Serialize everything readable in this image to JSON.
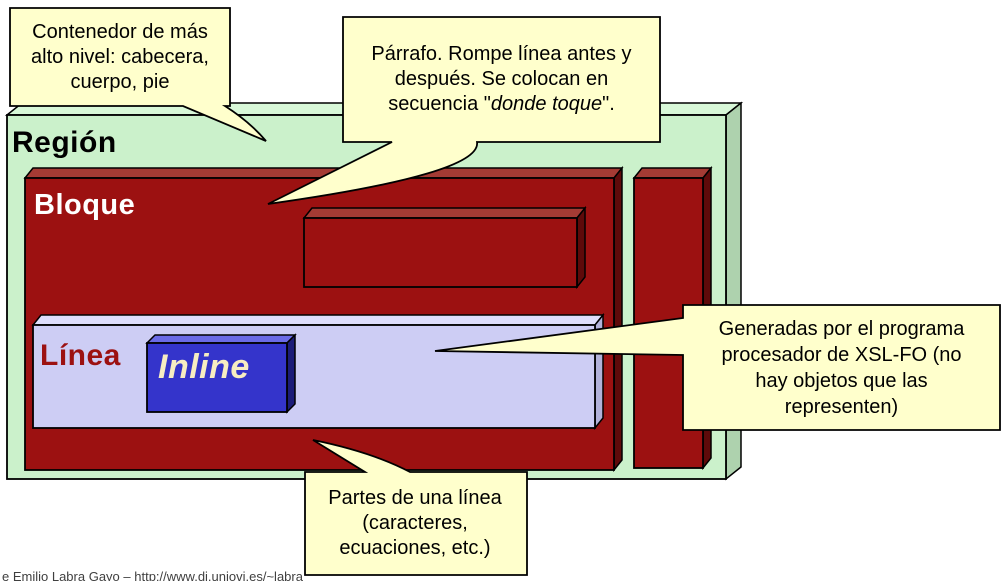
{
  "slide": {
    "footer_credit": "e Emilio Labra Gayo – http://www.di.uniovi.es/~labra"
  },
  "diagram": {
    "region": {
      "label": "Región"
    },
    "bloque": {
      "label": "Bloque"
    },
    "linea": {
      "label": "Línea"
    },
    "inline": {
      "label": "Inline"
    }
  },
  "callouts": {
    "contenedor": {
      "lines": [
        "Contenedor de más",
        "alto nivel: cabecera,",
        "cuerpo, pie"
      ]
    },
    "parrafo": {
      "line1": "Párrafo. Rompe línea antes y",
      "line2": "después. Se colocan en",
      "line3_prefix": "secuencia \"",
      "line3_italic": "donde toque",
      "line3_suffix": "\"."
    },
    "generadas": {
      "lines": [
        "Generadas por el programa",
        "procesador de XSL-FO (no",
        "hay objetos que las",
        "representen)"
      ]
    },
    "partes": {
      "lines": [
        "Partes de una línea",
        "(caracteres,",
        "ecuaciones, etc.)"
      ]
    }
  },
  "colors": {
    "region-front": "#cbf1cb",
    "region-top": "#d8f8d8",
    "region-side": "#aed2ae",
    "block-front": "#9c1111",
    "block-top": "#a43b34",
    "block-side": "#5e0a0a",
    "line-front": "#cdcdf4",
    "line-top": "#dedefb",
    "line-side": "#b2b2da",
    "inline-front": "#3434cb",
    "inline-top": "#6b6be6",
    "inline-side": "#1c1c78",
    "callout-fill": "#ffffcc",
    "outline": "#000000",
    "bloque-text": "#ffffff",
    "linea-text": "#9c1111",
    "inline-text": "#f7edc2"
  }
}
